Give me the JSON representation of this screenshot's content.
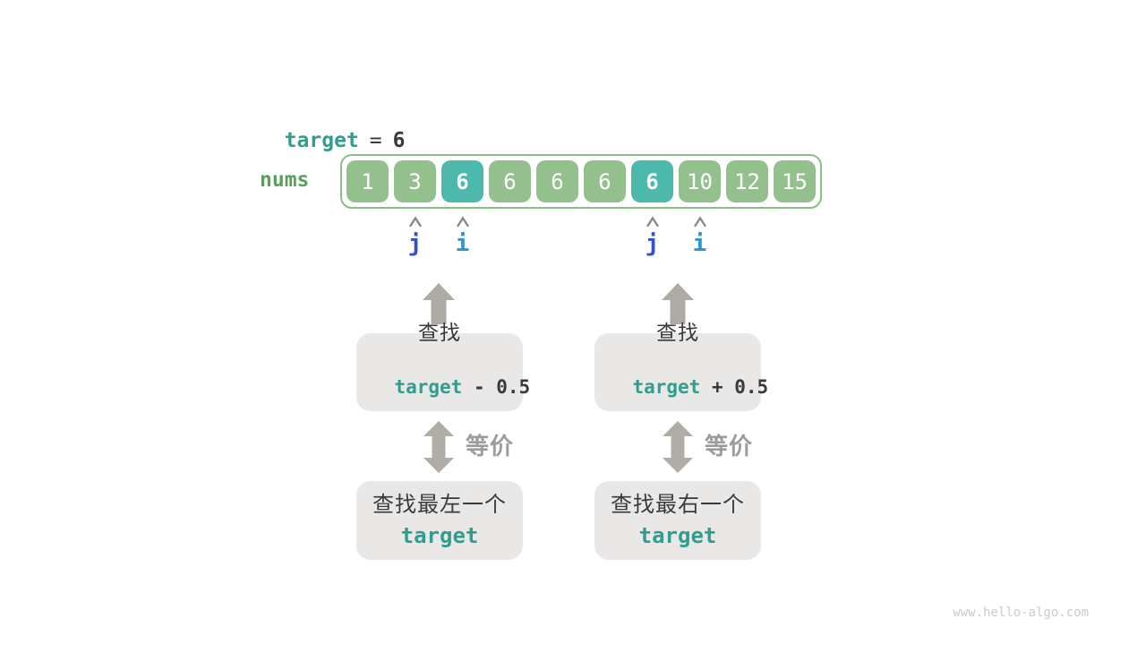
{
  "header": {
    "target_label": "target",
    "equals": "=",
    "target_value": "6"
  },
  "array": {
    "label": "nums",
    "cells": [
      {
        "value": "1",
        "highlight": false
      },
      {
        "value": "3",
        "highlight": false
      },
      {
        "value": "6",
        "highlight": true
      },
      {
        "value": "6",
        "highlight": false
      },
      {
        "value": "6",
        "highlight": false
      },
      {
        "value": "6",
        "highlight": false
      },
      {
        "value": "6",
        "highlight": true
      },
      {
        "value": "10",
        "highlight": false
      },
      {
        "value": "12",
        "highlight": false
      },
      {
        "value": "15",
        "highlight": false
      }
    ]
  },
  "pointers": [
    {
      "label": "j",
      "cell_index": 1
    },
    {
      "label": "i",
      "cell_index": 2
    },
    {
      "label": "j",
      "cell_index": 6
    },
    {
      "label": "i",
      "cell_index": 7
    }
  ],
  "pointer_colors": {
    "j": "#3351cb",
    "i": "#2a96d8"
  },
  "columns": {
    "left": {
      "search_line1": "查找",
      "code_prefix": "target",
      "code_suffix": " - 0.5",
      "equiv_label": "等价",
      "result_line1": "查找最左一个",
      "result_code": "target"
    },
    "right": {
      "search_line1": "查找",
      "code_prefix": "target",
      "code_suffix": " + 0.5",
      "equiv_label": "等价",
      "result_line1": "查找最右一个",
      "result_code": "target"
    }
  },
  "watermark": "www.hello-algo.com",
  "colors": {
    "teal": "#2f9e8e",
    "green_text": "#5ba05a",
    "cell_green": "#93c08c",
    "cell_teal": "#4db9ac",
    "container_border": "#8abf83",
    "dark": "#3a3a3a",
    "caret": "#8a8a8a",
    "arrow_gray": "#aeaaa4",
    "dbl_arrow_gray": "#b0aca6",
    "equiv_text": "#9c9c9c",
    "box_bg": "#e9e8e7",
    "watermark": "#cccbca"
  }
}
